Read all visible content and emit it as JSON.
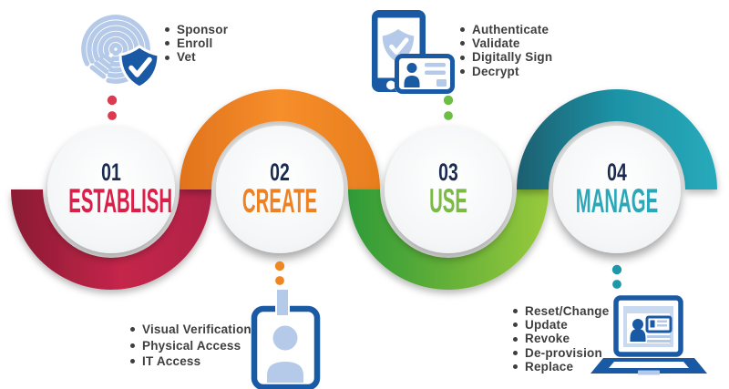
{
  "steps": [
    {
      "number": "01",
      "label": "ESTABLISH",
      "label_color": "#DA2049",
      "dot_color": "#DC3A50",
      "arc": {
        "from": "#8A1B33",
        "mid": "#C5254A",
        "to": "#B02446"
      },
      "icon": "fingerprint-shield-icon",
      "bullets": [
        "Sponsor",
        "Enroll",
        "Vet"
      ]
    },
    {
      "number": "02",
      "label": "CREATE",
      "label_color": "#EE8121",
      "dot_color": "#F0861F",
      "arc": {
        "from": "#E1731C",
        "mid": "#F68E2B",
        "to": "#E87E1E"
      },
      "icon": "id-badge-icon",
      "bullets": [
        "Visual Verification",
        "Physical Access",
        "IT Access"
      ]
    },
    {
      "number": "03",
      "label": "USE",
      "label_color": "#7BBA45",
      "dot_color": "#6CBE45",
      "arc": {
        "from": "#2E9B37",
        "mid": "#5FAE38",
        "to": "#99CA3C"
      },
      "icon": "mobile-credential-icon",
      "bullets": [
        "Authenticate",
        "Validate",
        "Digitally Sign",
        "Decrypt"
      ]
    },
    {
      "number": "04",
      "label": "MANAGE",
      "label_color": "#2BA7B8",
      "dot_color": "#1E98A8",
      "arc": {
        "from": "#1D5F70",
        "mid": "#1E93A6",
        "to": "#27AABB"
      },
      "icon": "laptop-credential-icon",
      "bullets": [
        "Reset/Change",
        "Update",
        "Revoke",
        "De-provision",
        "Replace"
      ]
    }
  ],
  "number_color": "#1A2B52",
  "bullet_text_color": "#3E3E3E",
  "icon_colors": {
    "dark_blue": "#1A5AA5",
    "light_blue": "#B5C9E8",
    "pale_blue": "#C9D9EF"
  },
  "background": "#FFFFFF"
}
